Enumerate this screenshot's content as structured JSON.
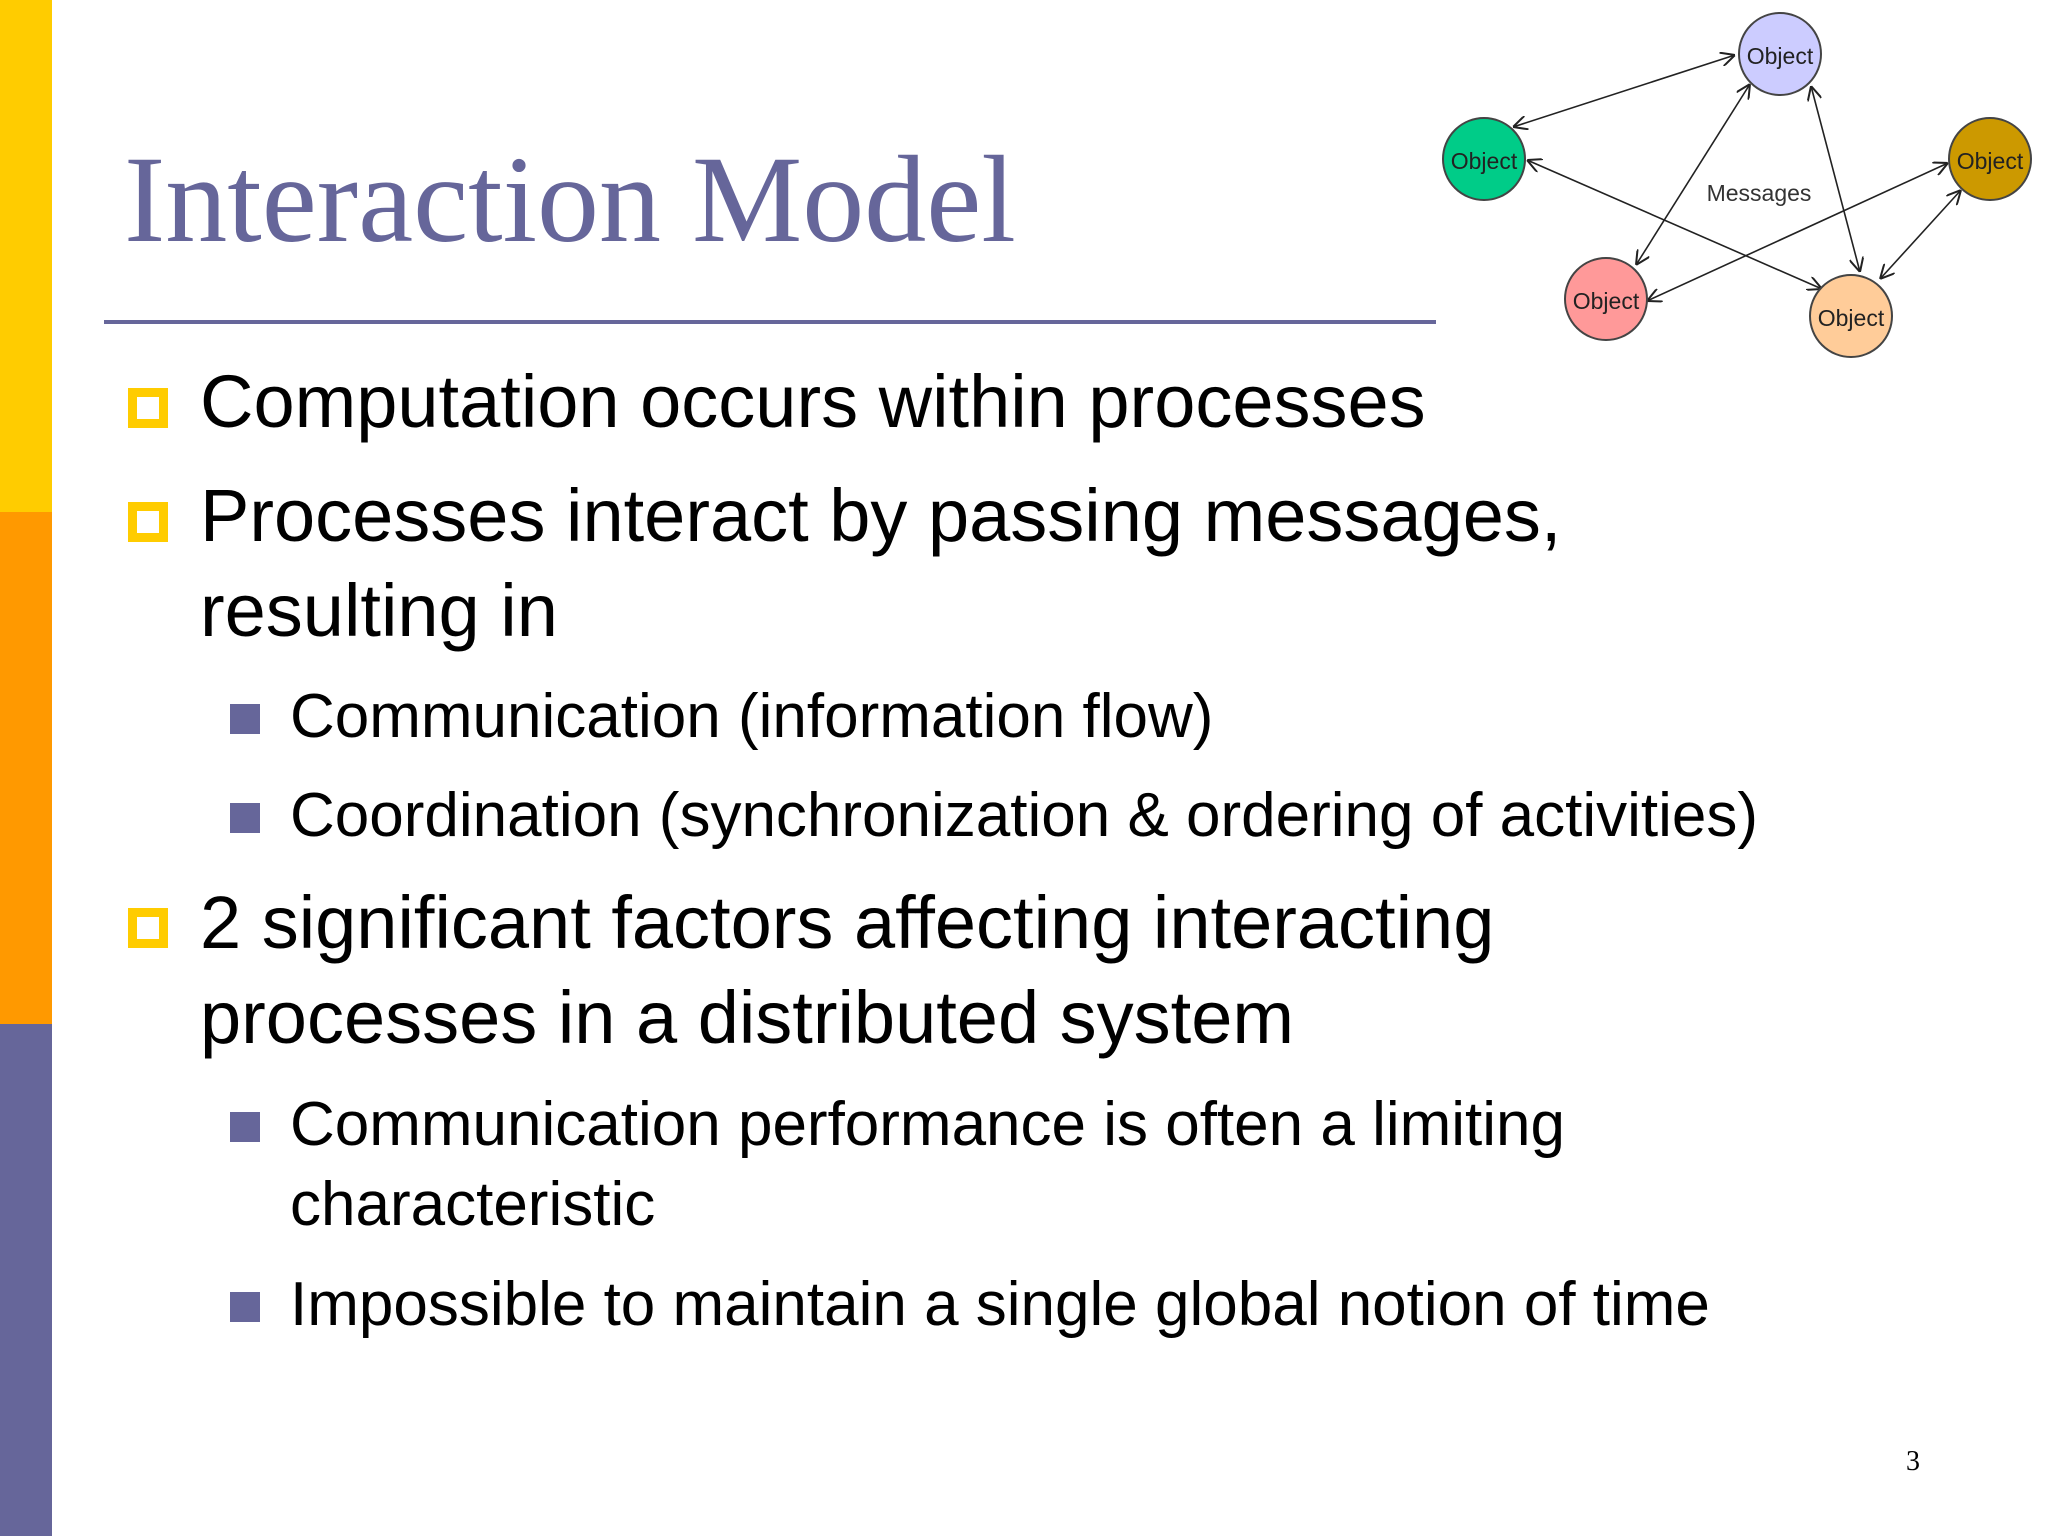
{
  "slide": {
    "title": "Interaction Model",
    "page_number": "3"
  },
  "colors": {
    "title": "#66669a",
    "accent_yellow": "#ffcc00",
    "accent_orange": "#ff9900",
    "accent_purple": "#66669a"
  },
  "bullets": {
    "b1": "Computation occurs within processes",
    "b2_line1": "Processes interact by passing messages,",
    "b2_line2": "resulting in",
    "b2_sub1": "Communication (information flow)",
    "b2_sub2": "Coordination (synchronization & ordering of activities)",
    "b3_line1": "2 significant factors affecting interacting",
    "b3_line2": "processes in a distributed system",
    "b3_sub1_line1": "Communication performance is often a limiting",
    "b3_sub1_line2": "characteristic",
    "b3_sub2": "Impossible to maintain a single global notion of time"
  },
  "diagram": {
    "node_label": "Object",
    "messages_label": "Messages",
    "node_colors": {
      "top": "#ccccff",
      "left": "#00cc88",
      "right": "#cc9900",
      "bottom_left": "#ff9999",
      "bottom_right": "#ffcc99"
    }
  }
}
